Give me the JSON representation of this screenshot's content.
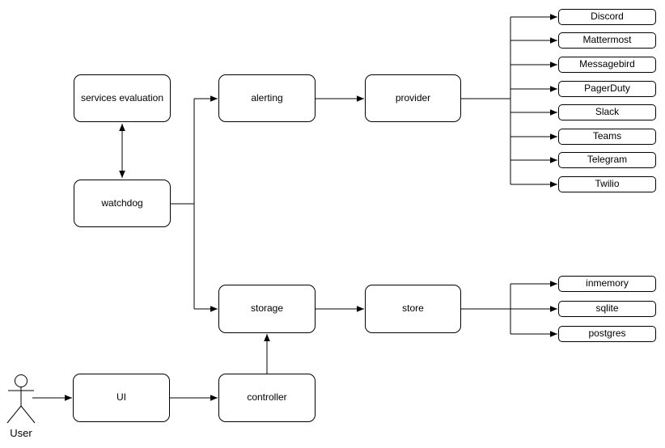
{
  "diagram": {
    "nodes": {
      "services_evaluation": {
        "label": "services evaluation"
      },
      "watchdog": {
        "label": "watchdog"
      },
      "alerting": {
        "label": "alerting"
      },
      "provider": {
        "label": "provider"
      },
      "storage": {
        "label": "storage"
      },
      "store": {
        "label": "store"
      },
      "ui": {
        "label": "UI"
      },
      "controller": {
        "label": "controller"
      }
    },
    "alert_providers": [
      "Discord",
      "Mattermost",
      "Messagebird",
      "PagerDuty",
      "Slack",
      "Teams",
      "Telegram",
      "Twilio"
    ],
    "store_backends": [
      "inmemory",
      "sqlite",
      "postgres"
    ],
    "actor": {
      "label": "User"
    },
    "colors": {
      "stroke": "#000000",
      "node_fill": "#ffffff",
      "text": "#000000",
      "background": "#ffffff"
    }
  }
}
